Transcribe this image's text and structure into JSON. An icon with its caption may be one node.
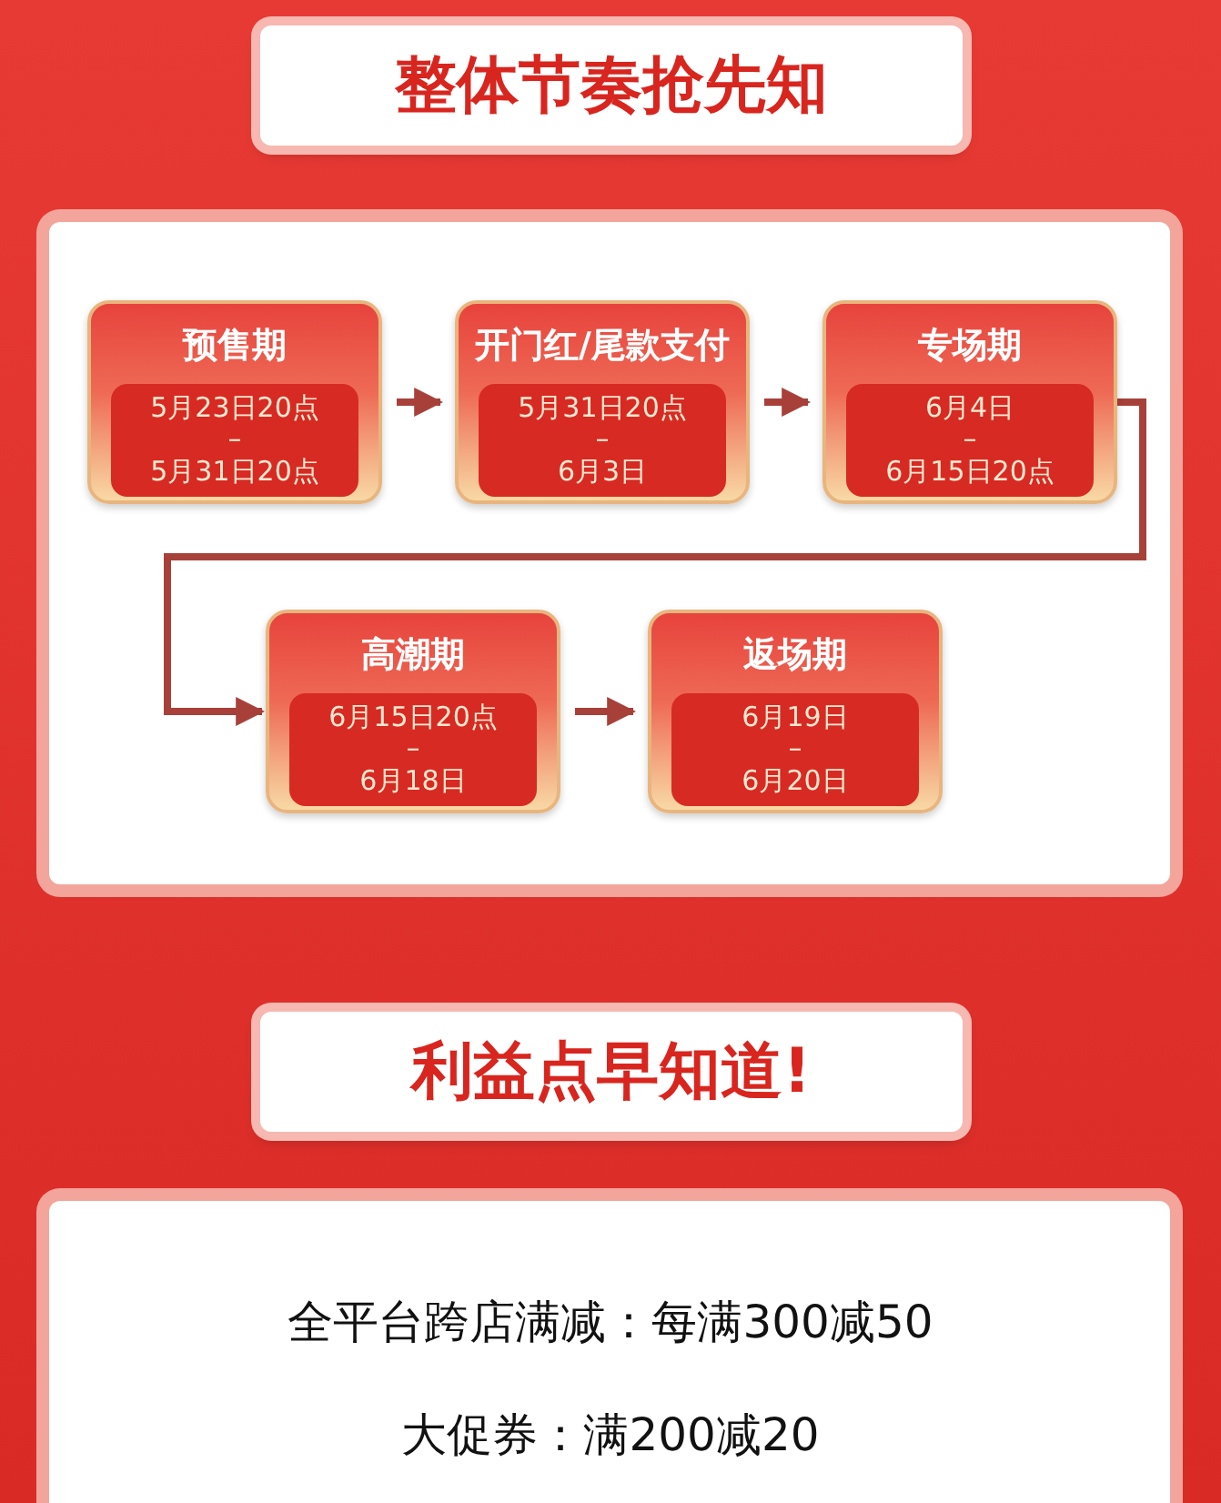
{
  "diagram": {
    "title": "整体节奏抢先知",
    "nodes": [
      {
        "text": [
          "预售期",
          "5月23日20点",
          "–",
          "5月31日20点"
        ]
      },
      {
        "text": [
          "开门红/尾款支付",
          "5月31日20点",
          "–",
          "6月3日"
        ]
      },
      {
        "text": [
          "专场期",
          "6月4日",
          "–",
          "6月15日20点"
        ]
      },
      {
        "text": [
          "高潮期",
          "6月15日20点",
          "–",
          "6月18日"
        ]
      },
      {
        "text": [
          "返场期",
          "6月19日",
          "–",
          "6月20日"
        ]
      }
    ],
    "edges": [
      {
        "from": 0,
        "to": 1,
        "arrow": "to"
      },
      {
        "from": 1,
        "to": 2,
        "arrow": "to"
      },
      {
        "from": 2,
        "to": 3,
        "arrow": "to"
      },
      {
        "from": 3,
        "to": 4,
        "arrow": "to"
      }
    ],
    "labels": [
      "利益点早知道!",
      "全平台跨店满减：每满300减50",
      "大促券：满200减20"
    ]
  }
}
